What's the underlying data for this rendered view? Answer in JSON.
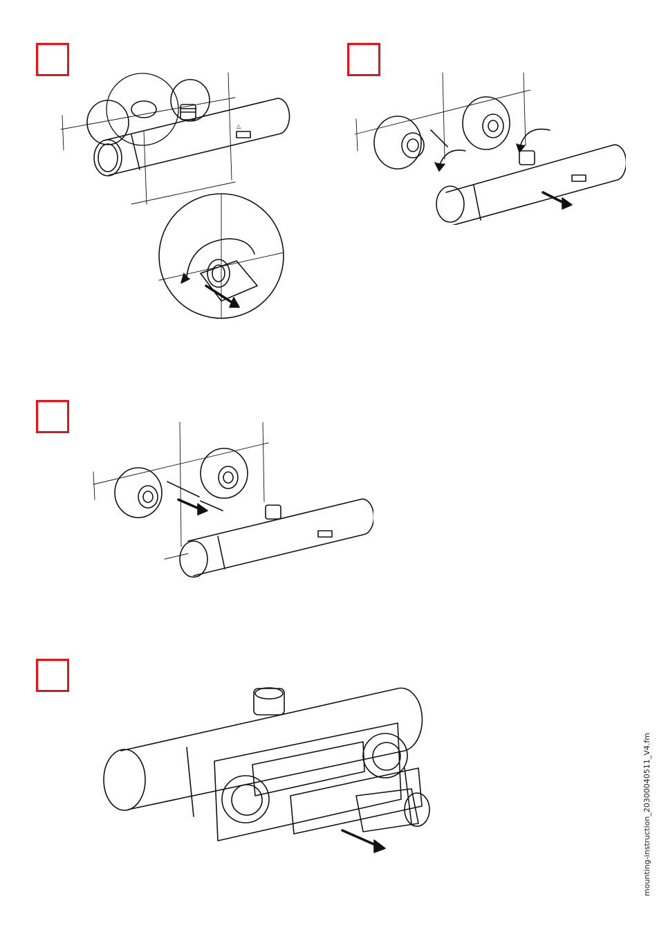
{
  "page": {
    "footer_label": "mounting-instruction_20300040511_V4.fm",
    "colors": {
      "step_box": "#e3141b",
      "line_art": "#111111"
    }
  },
  "steps": [
    {
      "id": "step-1",
      "illustration": "unscrew-shower-connector-detail"
    },
    {
      "id": "step-2",
      "illustration": "remove-mixer-from-wall"
    },
    {
      "id": "step-3",
      "illustration": "remove-check-valves"
    },
    {
      "id": "step-4",
      "illustration": "remove-cartridge-rear"
    }
  ]
}
